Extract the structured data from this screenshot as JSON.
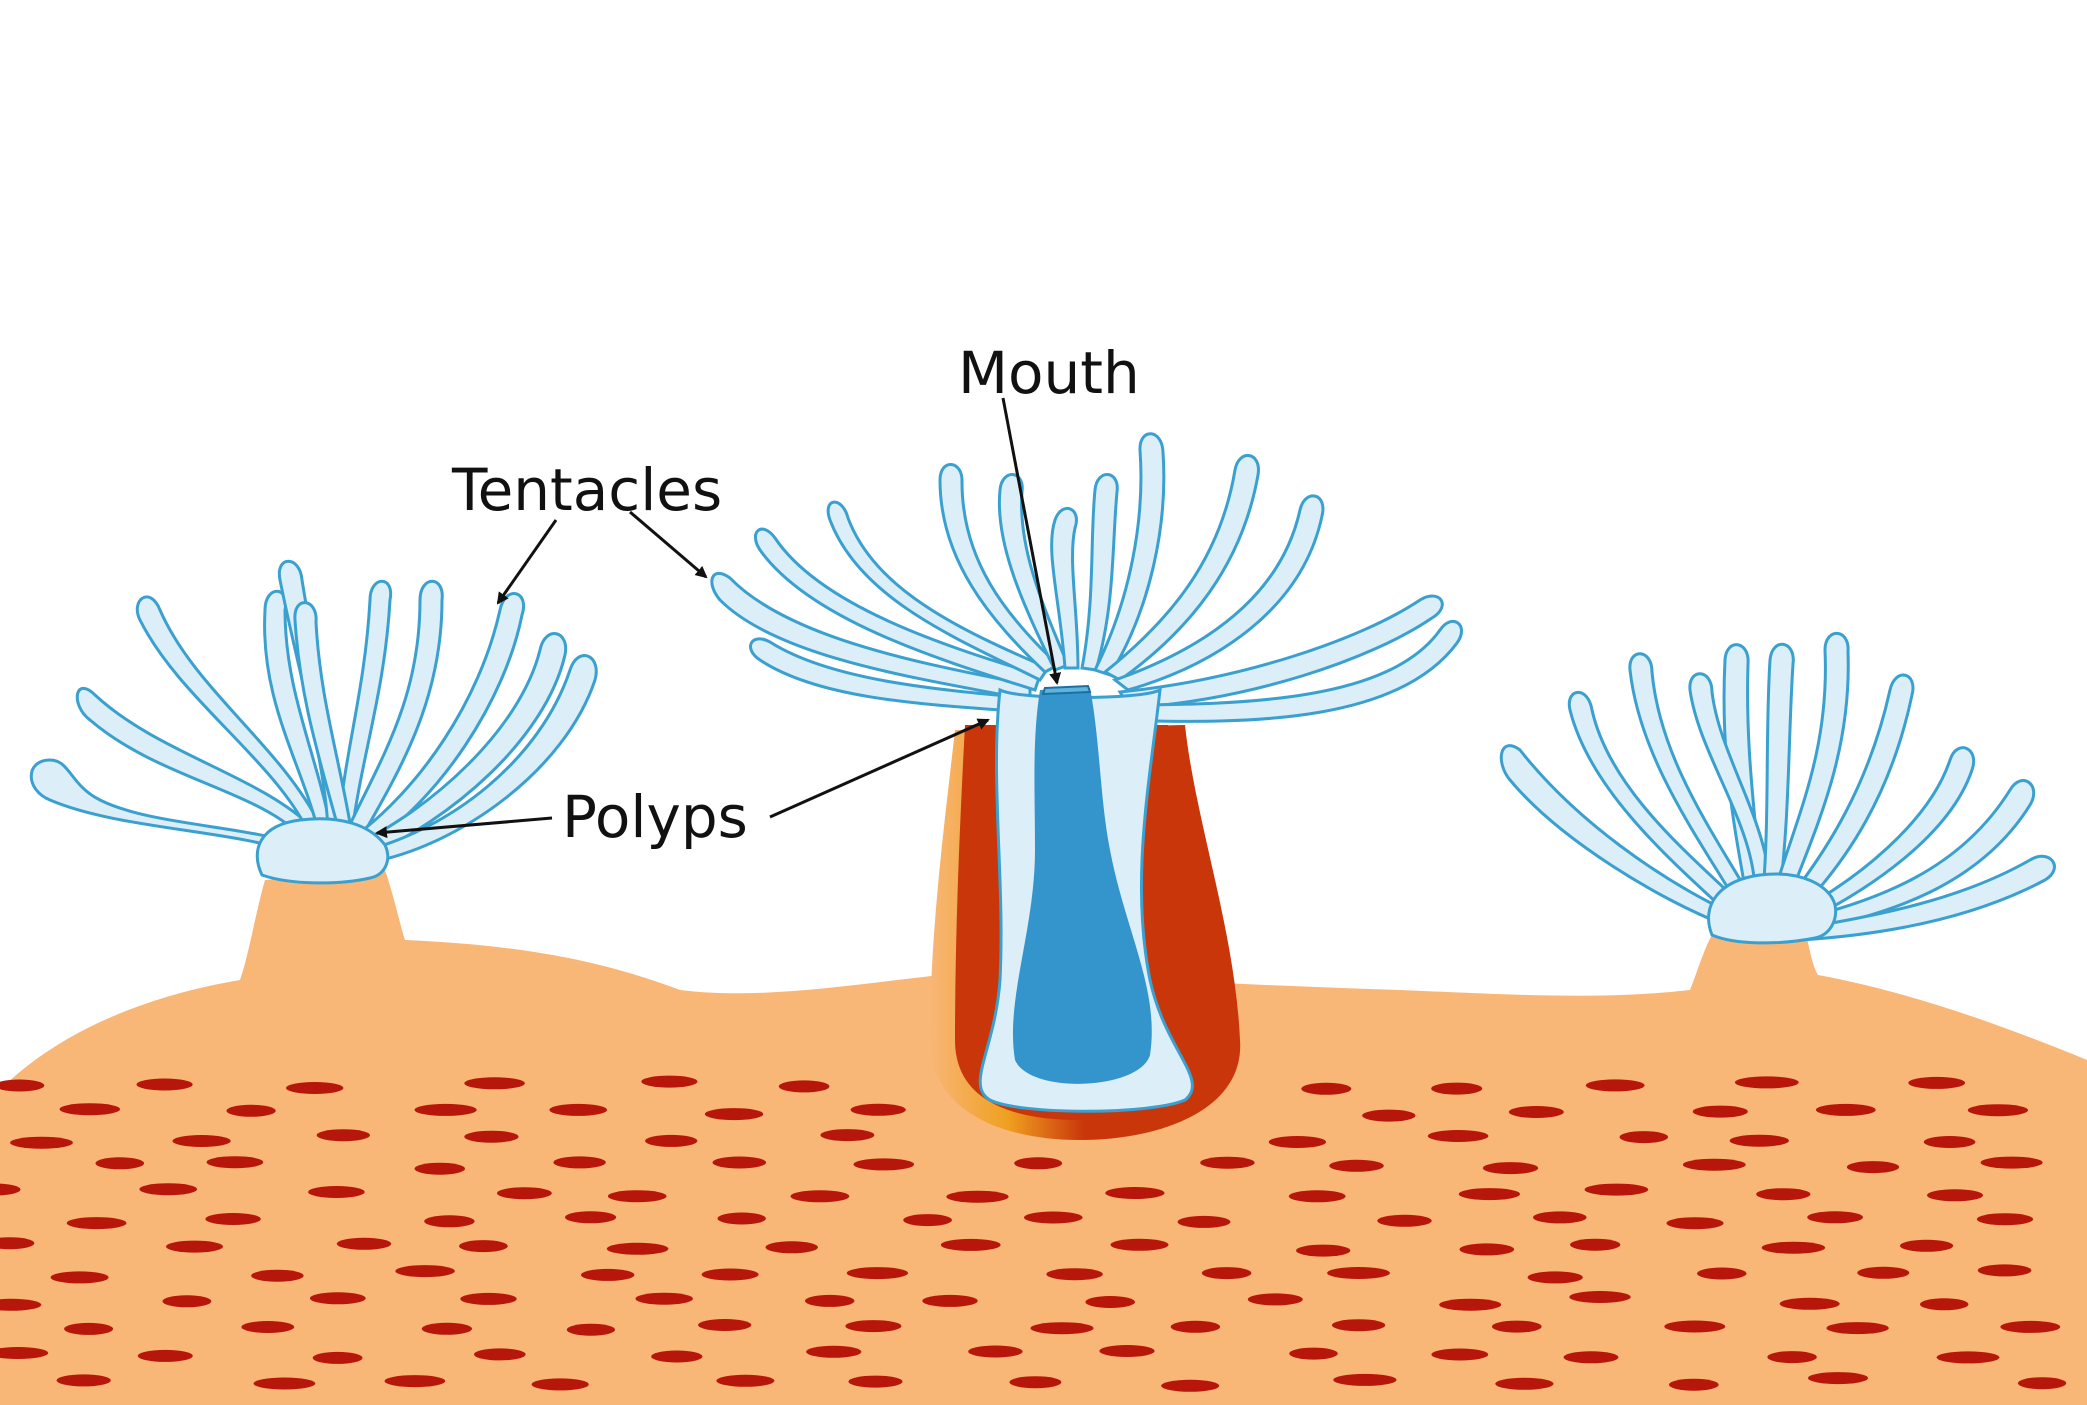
{
  "diagram": {
    "labels": {
      "mouth": "Mouth",
      "tentacles": "Tentacles",
      "polyps": "Polyps"
    },
    "colors": {
      "coral_tissue": "#f8b677",
      "spots": "#b7160b",
      "polyp_fill": "#dceef8",
      "polyp_outline": "#3aa0cf",
      "gut": "#3395cc",
      "orange_band": "#f0a020",
      "red_band": "#c8360a",
      "arrows": "#111111"
    }
  }
}
